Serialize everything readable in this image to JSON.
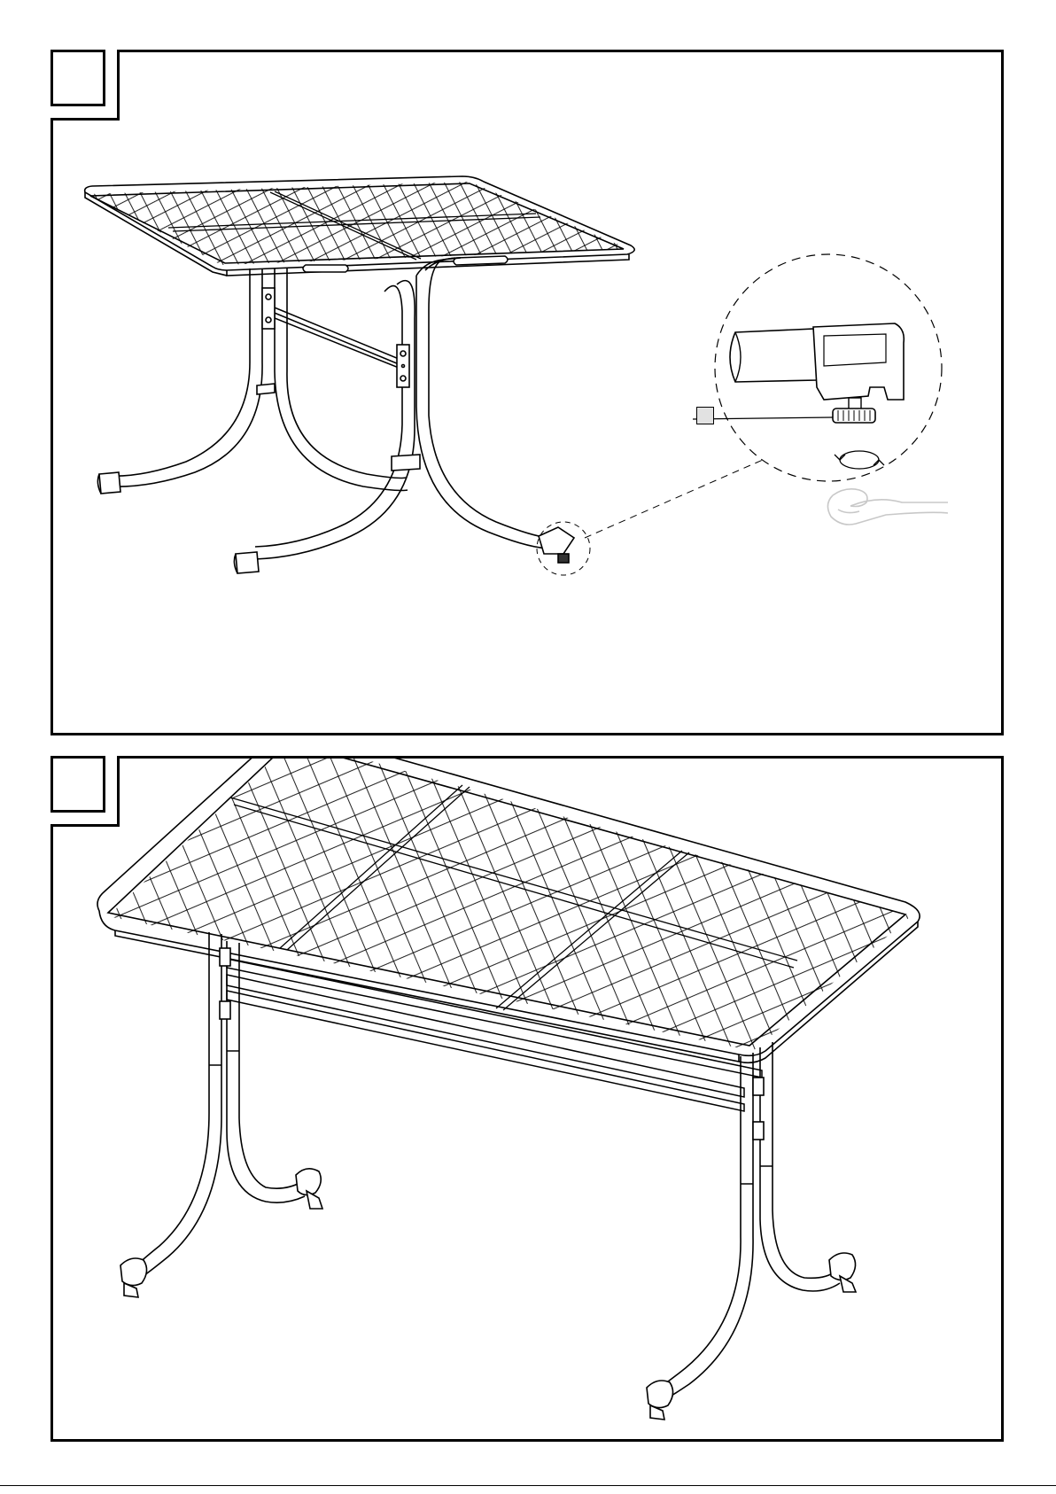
{
  "steps": [
    {
      "id": 1,
      "label": "",
      "content": "table-assembly-with-foot-adjuster-detail"
    },
    {
      "id": 2,
      "label": "",
      "content": "assembled-rectangular-table"
    }
  ],
  "colors": {
    "line": "#000000",
    "marker_fill": "#e2e2e2",
    "background": "#ffffff"
  },
  "icons": [
    "rotate-arrows-icon",
    "hand-icon",
    "foot-adjuster-icon"
  ]
}
